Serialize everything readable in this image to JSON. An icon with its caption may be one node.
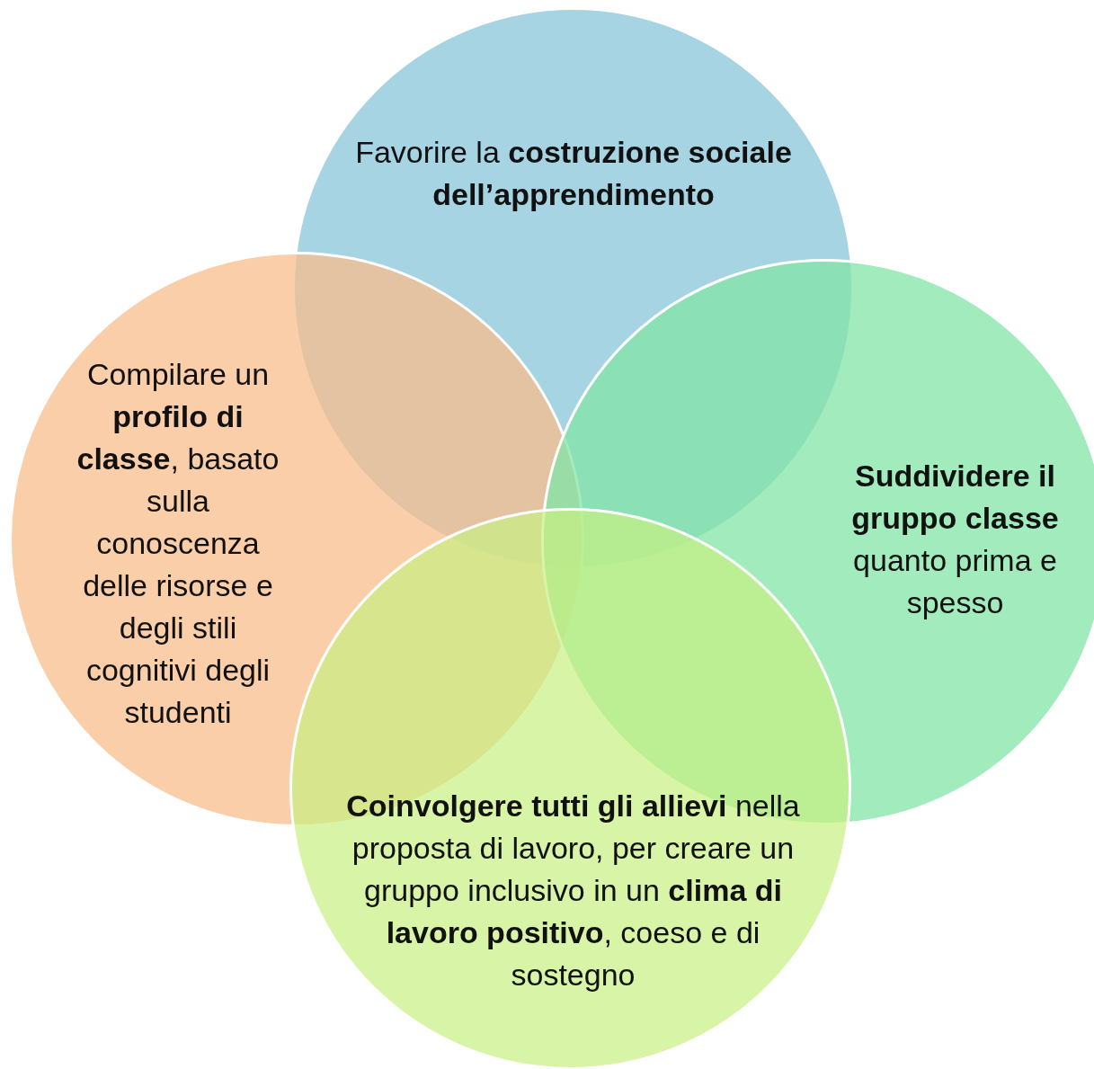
{
  "diagram": {
    "nodes": [
      {
        "text": [
          "Favorire la **costruzione sociale dell’apprendimento**"
        ]
      },
      {
        "text": [
          "Compilare un **profilo di classe**, basato sulla conoscenza delle risorse e degli stili cognitivi degli studenti"
        ]
      },
      {
        "text": [
          "**Suddividere il gruppo classe** quanto prima e spesso"
        ]
      },
      {
        "text": [
          "**Coinvolgere tutti gli allievi** nella proposta di lavoro, per creare un gruppo inclusivo in un **clima di lavoro positivo**, coeso e di sostegno"
        ]
      }
    ]
  }
}
